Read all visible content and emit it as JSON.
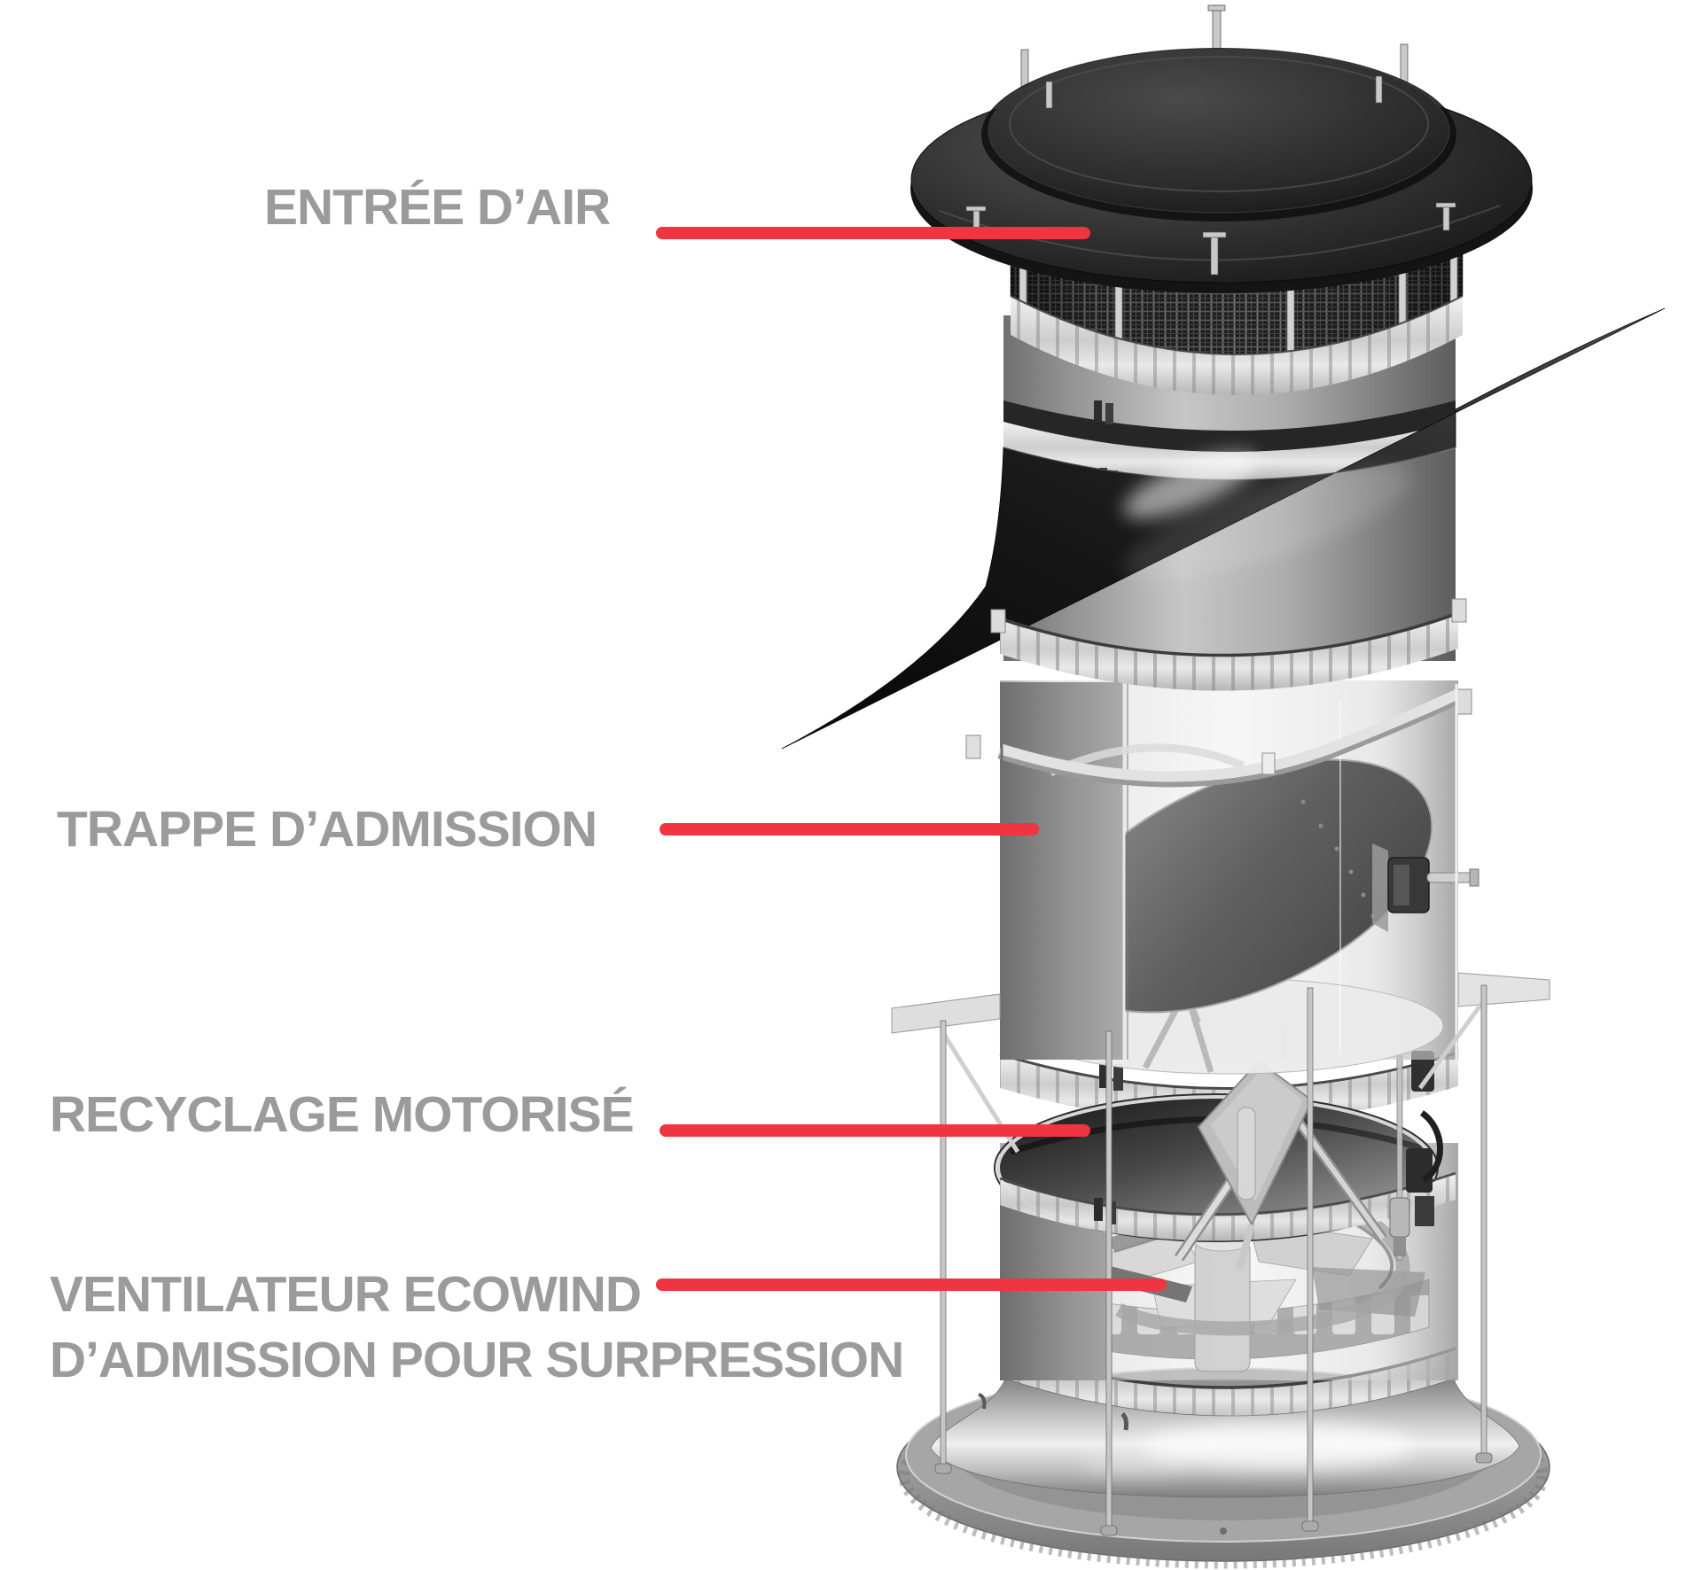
{
  "page": {
    "background_color": "#ffffff"
  },
  "colors": {
    "label_gray": "#9b9b9b",
    "callout_red": "#ee3540"
  },
  "callouts": [
    {
      "id": "air-inlet",
      "label": "ENTRÉE D’AIR",
      "points_to": "air-inlet-mesh"
    },
    {
      "id": "admission-trap",
      "label": "TRAPPE D’ADMISSION",
      "points_to": "admission-trap-section"
    },
    {
      "id": "motorized-recycling",
      "label": "RECYCLAGE MOTORISÉ",
      "points_to": "recycling-bowl-opening"
    },
    {
      "id": "ecowind-fan",
      "label_line1": "VENTILATEUR ECOWIND",
      "label_line2": "D’ADMISSION POUR SURPRESSION",
      "points_to": "ecowind-intake-fan"
    }
  ]
}
